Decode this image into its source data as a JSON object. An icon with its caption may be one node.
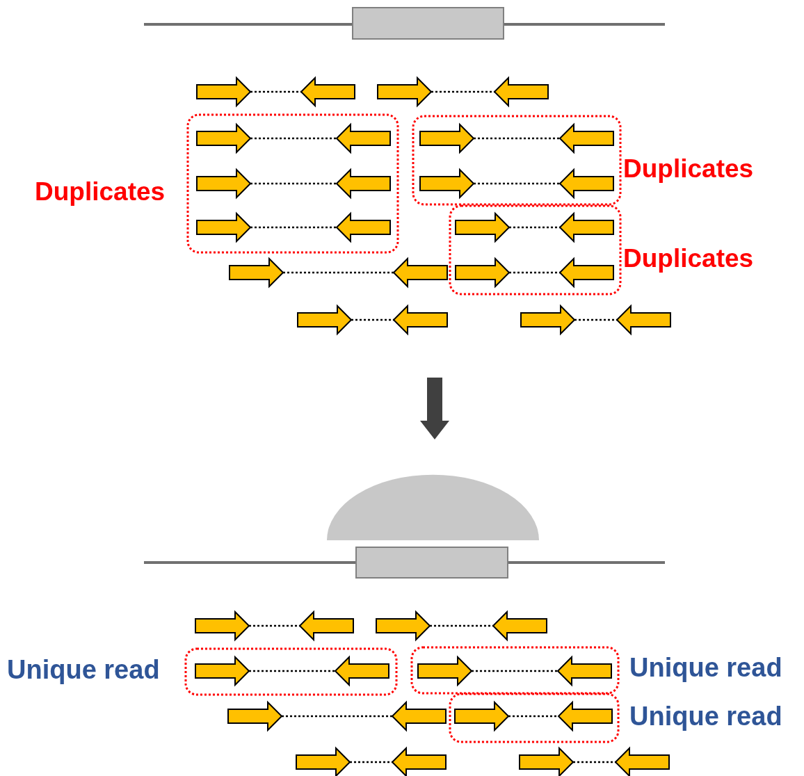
{
  "diagram": {
    "labels": [
      "Duplicates",
      "Duplicates",
      "Duplicates",
      "Unique read",
      "Unique read",
      "Unique read"
    ]
  }
}
